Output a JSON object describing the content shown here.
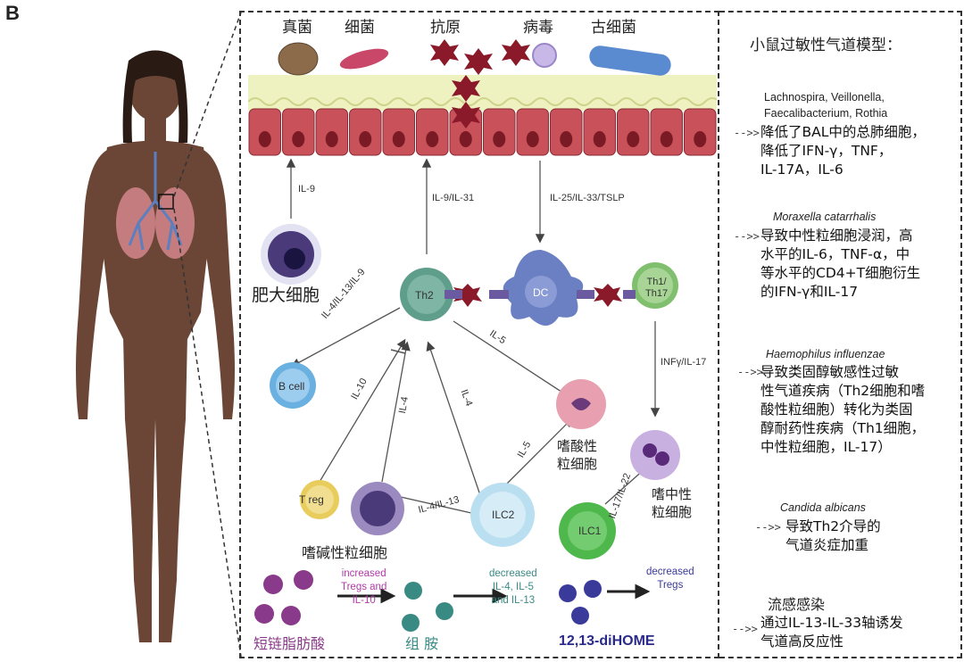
{
  "panel": {
    "letter": "B"
  },
  "microbes": {
    "fungi": "真菌",
    "bacteria": "细菌",
    "antigen": "抗原",
    "virus": "病毒",
    "archaea": "古细菌"
  },
  "arrows": {
    "il9": "IL-9",
    "il9_il31": "IL-9/IL-31",
    "il25": "IL-25/IL-33/TSLP",
    "il4_13_9": "IL-4/IL-13/IL-9",
    "il10": "IL-10",
    "il4_a": "IL-4",
    "il4_b": "IL-4",
    "il5_a": "IL-5",
    "il5_b": "IL-5",
    "infy": "INFγ/IL-17",
    "il4_13": "IL-4/IL-13",
    "il17_22": "IL-17/IL-22"
  },
  "cells": {
    "mast": "肥大细胞",
    "th2": "Th2",
    "dc": "DC",
    "th1": "Th1/\nTh17",
    "bcell": "B cell",
    "treg": "T reg",
    "ilc2": "ILC2",
    "ilc1": "ILC1",
    "eosinophil": "嗜酸性\n粒细胞",
    "basophil": "嗜碱性粒细胞",
    "neutrophil": "嗜中性\n粒细胞"
  },
  "bottom": {
    "scfa_effect": "increased\nTregs and\nIL-10",
    "scfa_label": "短链脂肪酸",
    "hist_effect": "decreased\nIL-4, IL-5\nand IL-13",
    "hist_label": "组 胺",
    "dihome_effect": "decreased\nTregs",
    "dihome_label": "12,13-diHOME"
  },
  "colors": {
    "epithelium": "#c9515a",
    "mucus": "#eef1c0",
    "th2": "#5e9e8b",
    "dc": "#6b7fc3",
    "th1": "#7fbf6e",
    "bcell": "#6ab0e0",
    "treg": "#e8cc5c",
    "ilc2": "#b9dff0",
    "ilc1": "#4fb84c",
    "eos": "#e8a0b0",
    "baso": "#4a3a7a",
    "neut": "#7a4e9a",
    "scfa": "#8a3a8a",
    "hist": "#3a8a84",
    "dihome": "#3a3a9a"
  },
  "right": {
    "title": "小鼠过敏性气道模型：",
    "s1": {
      "species": "Lachnospira, Veillonella,\nFaecalibacterium,  Rothia",
      "arrow": "-->>",
      "text": "降低了BAL中的总肺细胞，\n降低了IFN-γ，TNF，\nIL-17A，IL-6"
    },
    "s2": {
      "species": "Moraxella catarrhalis",
      "arrow": "-->>",
      "text": "导致中性粒细胞浸润，高\n水平的IL-6，TNF-α，中\n等水平的CD4+T细胞衍生\n的IFN-γ和IL-17"
    },
    "s3": {
      "species": "Haemophilus influenzae",
      "arrow": "-->>",
      "text": "导致类固醇敏感性过敏\n性气道疾病（Th2细胞和嗜\n酸性粒细胞）转化为类固\n醇耐药性疾病（Th1细胞，\n中性粒细胞，IL-17）"
    },
    "s4": {
      "species": "Candida albicans",
      "arrow": "-->>",
      "text": "导致Th2介导的\n气道炎症加重"
    },
    "s5": {
      "title": "流感感染",
      "arrow": "-->>",
      "text": "通过IL-13-IL-33轴诱发\n气道高反应性"
    }
  }
}
